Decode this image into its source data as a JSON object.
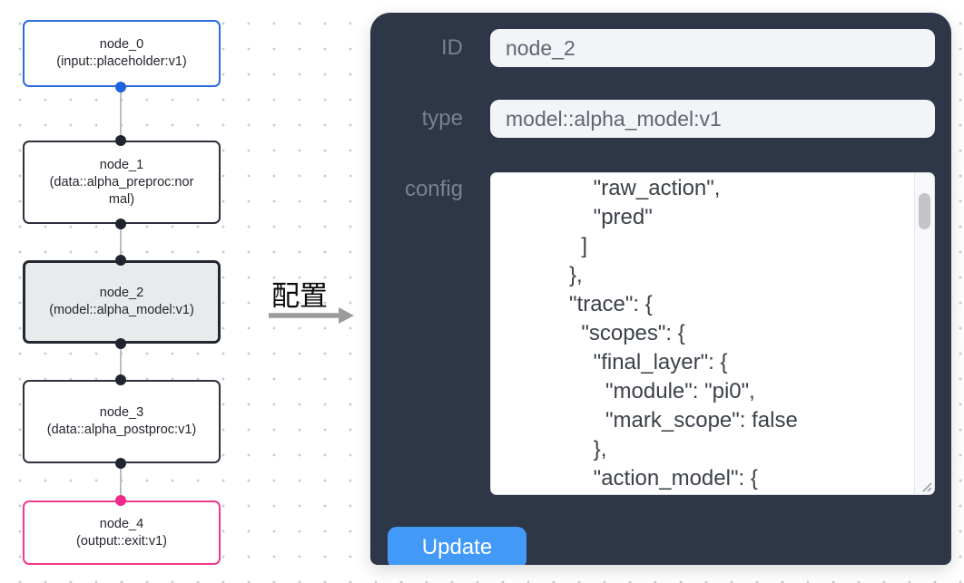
{
  "graph": {
    "nodes": [
      {
        "title": "node_0",
        "subtitle": "(input::placeholder:v1)",
        "border_color": "#2a6cdf",
        "bg": "#ffffff",
        "selected": false
      },
      {
        "title": "node_1",
        "subtitle": "(data::alpha_preproc:normal)",
        "border_color": "#2c313c",
        "bg": "#ffffff",
        "selected": false
      },
      {
        "title": "node_2",
        "subtitle": "(model::alpha_model:v1)",
        "border_color": "#23272f",
        "bg": "#e9eaec",
        "selected": true
      },
      {
        "title": "node_3",
        "subtitle": "(data::alpha_postproc:v1)",
        "border_color": "#2c313c",
        "bg": "#ffffff",
        "selected": false
      },
      {
        "title": "node_4",
        "subtitle": "(output::exit:v1)",
        "border_color": "#ee3a8c",
        "bg": "#ffffff",
        "selected": false
      }
    ],
    "port_colors": {
      "input": "#1f62e0",
      "default": "#20242e",
      "output": "#f0288a"
    },
    "edge_color": "#b9bcc2"
  },
  "transfer": {
    "label": "配置",
    "arrow_color": "#9b9b9b"
  },
  "panel": {
    "bg_color": "#2d3748",
    "accent_color": "#4299f7",
    "fields": {
      "id": {
        "label": "ID",
        "value": "node_2"
      },
      "type": {
        "label": "type",
        "value": "model::alpha_model:v1"
      },
      "config": {
        "label": "config",
        "value_lines": [
          "          \"raw_action\",",
          "          \"pred\"",
          "        ]",
          "      },",
          "      \"trace\": {",
          "        \"scopes\": {",
          "          \"final_layer\": {",
          "            \"module\": \"pi0\",",
          "            \"mark_scope\": false",
          "          },",
          "          \"action_model\": {"
        ]
      }
    },
    "update_button": {
      "label": "Update"
    }
  }
}
